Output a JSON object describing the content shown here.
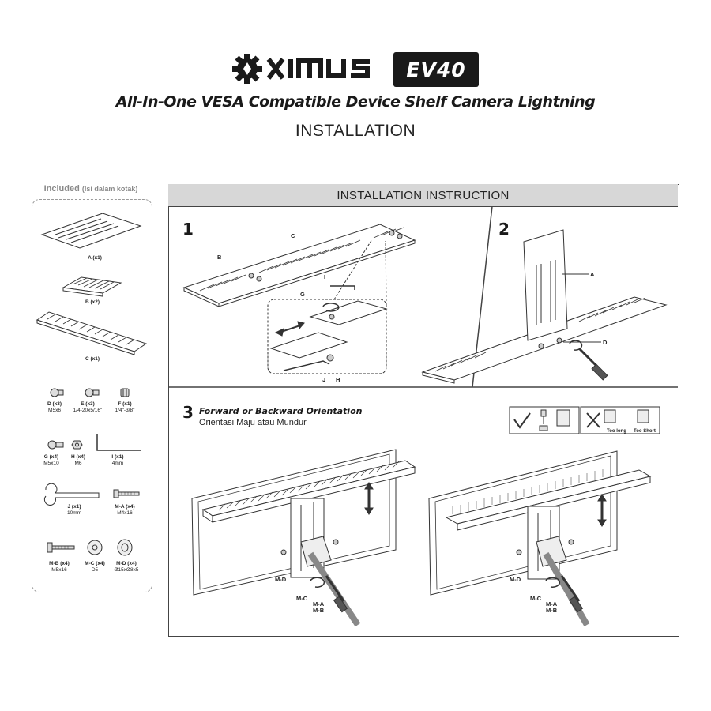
{
  "brand": {
    "name": "OXIMUS",
    "model": "EV40"
  },
  "subtitle": "All-In-One VESA Compatible Device Shelf Camera Lightning",
  "page_title": "INSTALLATION",
  "included": {
    "title": "Included",
    "title_sub": "(Isi dalam kotak)",
    "parts": [
      {
        "name": "A (x1)",
        "spec": ""
      },
      {
        "name": "B (x2)",
        "spec": ""
      },
      {
        "name": "C (x1)",
        "spec": ""
      },
      {
        "name": "D (x3)",
        "spec": "M5x6"
      },
      {
        "name": "E (x3)",
        "spec": "1/4-20x5/16\""
      },
      {
        "name": "F (x1)",
        "spec": "1/4\"-3/8\""
      },
      {
        "name": "G (x4)",
        "spec": "M5x10"
      },
      {
        "name": "H (x4)",
        "spec": "M6"
      },
      {
        "name": "I (x1)",
        "spec": "4mm"
      },
      {
        "name": "J (x1)",
        "spec": "10mm"
      },
      {
        "name": "M-A (x4)",
        "spec": "M4x16"
      },
      {
        "name": "M-B (x4)",
        "spec": "M5x16"
      },
      {
        "name": "M-C (x4)",
        "spec": "D5"
      },
      {
        "name": "M-D (x4)",
        "spec": "Ø15xØ8x5"
      }
    ]
  },
  "instruction": {
    "header": "INSTALLATION INSTRUCTION",
    "step1": {
      "num": "1",
      "labels": {
        "b": "B",
        "c": "C",
        "i": "I",
        "g": "G",
        "j": "J",
        "h": "H"
      }
    },
    "step2": {
      "num": "2",
      "labels": {
        "a": "A",
        "d": "D"
      }
    },
    "step3": {
      "num": "3",
      "title": "Forward or Backward Orientation",
      "subtitle": "Orientasi Maju atau Mundur",
      "too_long": "Too long",
      "too_short": "Too Short",
      "labels": {
        "md": "M-D",
        "mc": "M-C",
        "ma": "M-A",
        "mb": "M-B"
      }
    }
  }
}
